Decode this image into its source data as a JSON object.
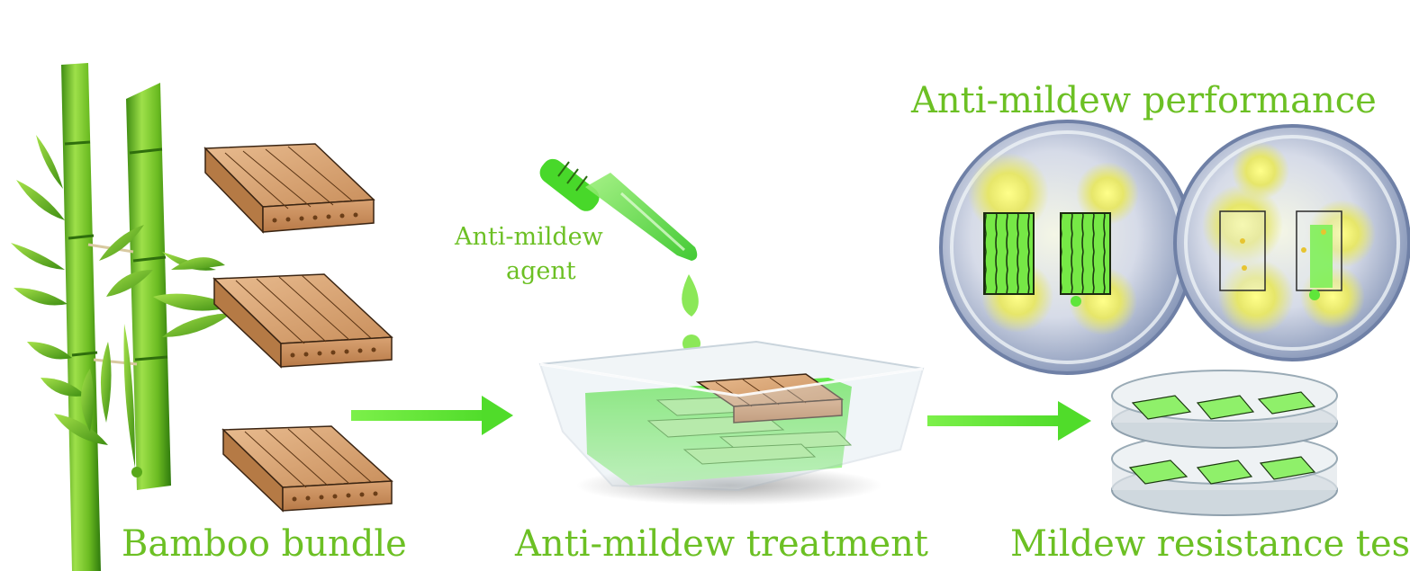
{
  "labels": {
    "bamboo_bundle": "Bamboo bundle",
    "anti_mildew_agent_line1": "Anti-mildew",
    "anti_mildew_agent_line2": "agent",
    "anti_mildew_treatment": "Anti-mildew treatment",
    "anti_mildew_performance": "Anti-mildew performance",
    "mildew_resistance_test": "Mildew resistance test"
  },
  "colors": {
    "label_green": "#6cc024",
    "arrow_green": "#66e83a",
    "bamboo_green": "#7bc61e",
    "wood": "#d9a67a",
    "solution": "#5fe63a"
  },
  "icons": {
    "bamboo": "bamboo-stalk-icon",
    "bundle": "bamboo-bundle-icon",
    "dropper": "dropper-icon",
    "tray": "treatment-tray-icon",
    "petri": "petri-dish-icon"
  }
}
